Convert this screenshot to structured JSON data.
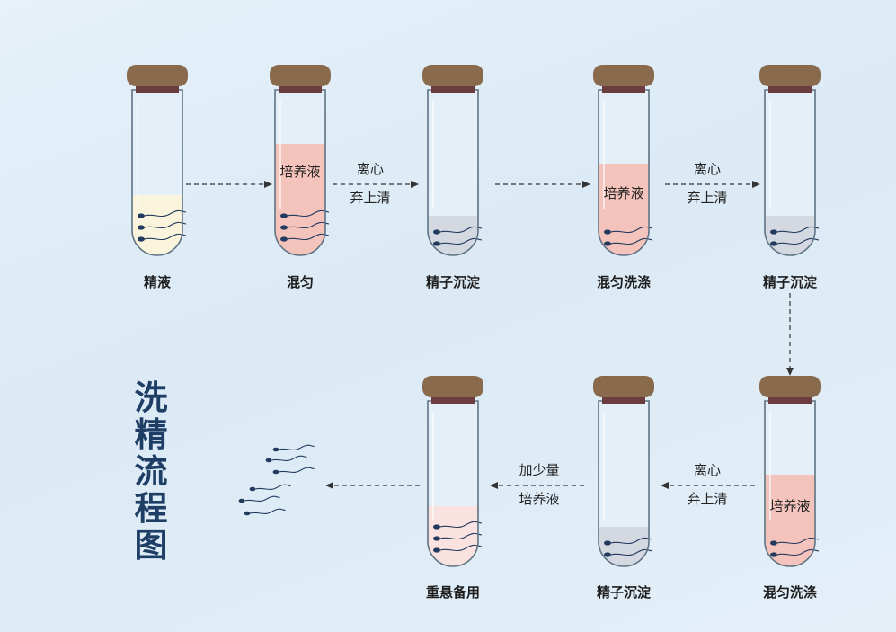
{
  "title": "洗精流程图",
  "medium_text": "培养液",
  "tubes": [
    {
      "label": "精液"
    },
    {
      "label": "混匀"
    },
    {
      "label": "精子沉淀"
    },
    {
      "label": "混匀洗涤"
    },
    {
      "label": "精子沉淀"
    },
    {
      "label": "混匀洗涤"
    },
    {
      "label": "精子沉淀"
    },
    {
      "label": "重悬备用"
    }
  ],
  "steps": [
    {
      "line1": "离心",
      "line2": "弃上清"
    },
    {
      "line1": "离心",
      "line2": "弃上清"
    },
    {
      "line1": "离心",
      "line2": "弃上清"
    },
    {
      "line1": "加少量",
      "line2": "培养液"
    }
  ],
  "colors": {
    "cap": "#8a6a4d",
    "cap_band": "#6b3d3f",
    "tube_body": "#e4eff7",
    "tube_outline": "#5f7384",
    "semen": "#fbf4dc",
    "medium": "#f4c3bb",
    "pellet": "#d3d8e1",
    "resuspended": "#f9e2df",
    "sperm": "#223a5e",
    "title": "#1f3e66"
  },
  "icons": [
    "test-tube-icon",
    "sperm-icon",
    "dashed-arrow-icon"
  ]
}
